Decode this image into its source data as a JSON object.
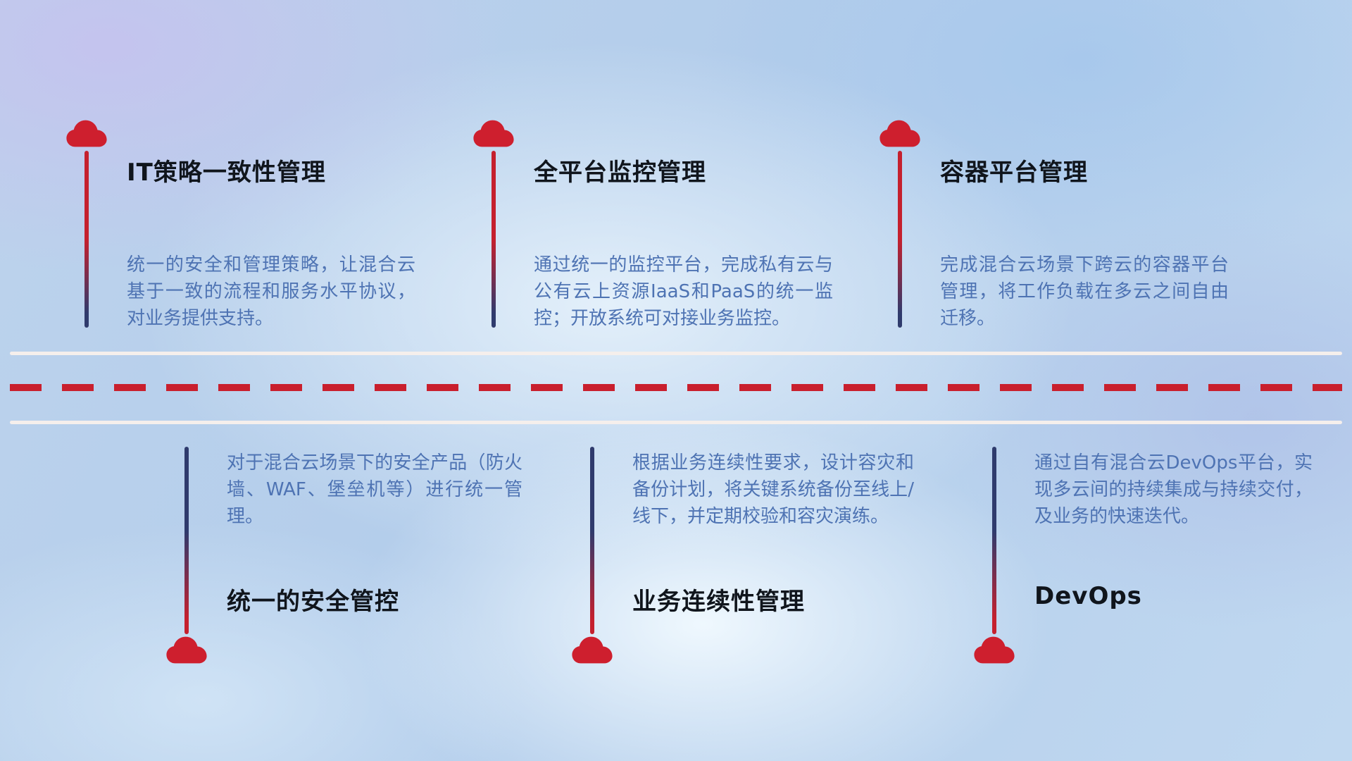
{
  "colors": {
    "cloud_red": "#ce1f2e",
    "pin_red": "#c5202e",
    "pin_navy": "#2f3b6d",
    "title_text": "#10151c",
    "desc_text": "#4e73b3",
    "road_white": "#f5efec",
    "dash_red": "#c91f2d"
  },
  "top_items": [
    {
      "title": "IT策略一致性管理",
      "description": "统一的安全和管理策略，让混合云基于一致的流程和服务水平协议，对业务提供支持。"
    },
    {
      "title": "全平台监控管理",
      "description": "通过统一的监控平台，完成私有云与公有云上资源IaaS和PaaS的统一监控；开放系统可对接业务监控。"
    },
    {
      "title": "容器平台管理",
      "description": "完成混合云场景下跨云的容器平台管理，将工作负载在多云之间自由迁移。"
    }
  ],
  "bottom_items": [
    {
      "title": "统一的安全管控",
      "description": "对于混合云场景下的安全产品（防火墙、WAF、堡垒机等）进行统一管理。"
    },
    {
      "title": "业务连续性管理",
      "description": "根据业务连续性要求，设计容灾和备份计划，将关键系统备份至线上/线下，并定期校验和容灾演练。"
    },
    {
      "title": "DevOps",
      "description": "通过自有混合云DevOps平台，实现多云间的持续集成与持续交付，及业务的快速迭代。"
    }
  ]
}
